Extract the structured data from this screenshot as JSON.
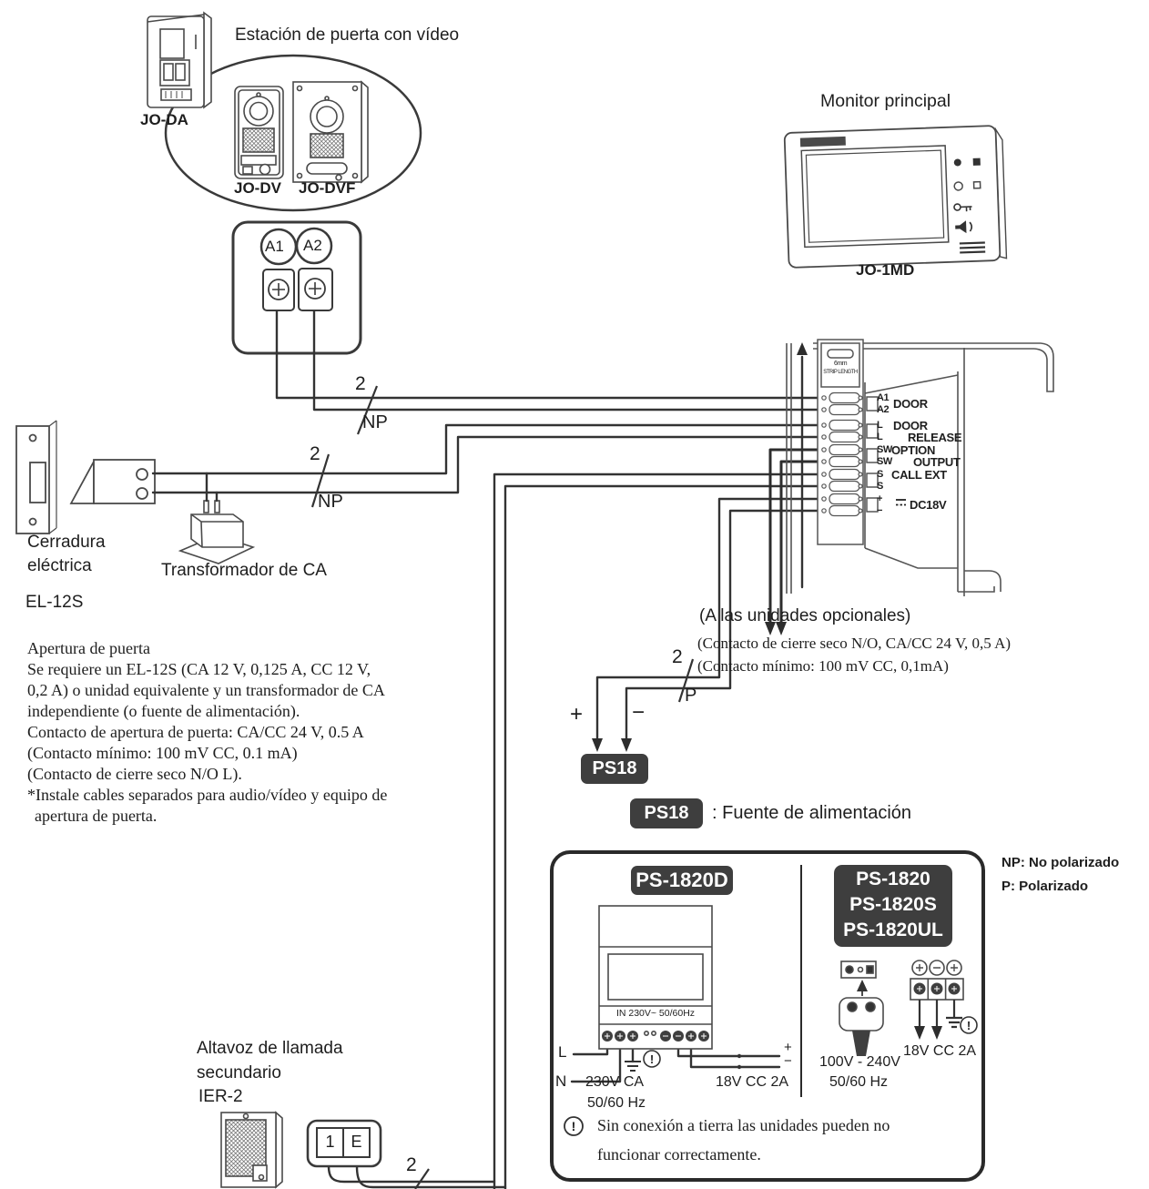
{
  "door_station": {
    "title": "Estación de puerta con vídeo",
    "model_da": "JO-DA",
    "model_dv": "JO-DV",
    "model_dvf": "JO-DVF"
  },
  "monitor": {
    "title": "Monitor principal",
    "model": "JO-1MD"
  },
  "entry_terminals": {
    "a1": "A1",
    "a2": "A2"
  },
  "lock": {
    "name_line1": "Cerradura",
    "name_line2": "eléctrica",
    "model": "EL-12S",
    "transformer": "Transformador de CA"
  },
  "door_release_note": {
    "lines": [
      "Apertura de puerta",
      "Se requiere un EL-12S (CA 12 V, 0,125 A, CC 12 V,",
      "0,2 A) o unidad equivalente y un transformador de CA",
      "independiente (o fuente de alimentación).",
      "Contacto de apertura de puerta: CA/CC 24 V, 0.5 A",
      "(Contacto mínimo: 100 mV CC, 0.1 mA)",
      "(Contacto de cierre seco N/O L).",
      "*Instale cables separados para audio/vídeo y equipo de",
      "apertura de puerta."
    ]
  },
  "wires": {
    "count": "2",
    "np": "NP",
    "p": "P"
  },
  "rear_panel": {
    "strip_mm": "6mm",
    "strip_label": "STRIP LENGTH",
    "terminals": [
      {
        "a": "A1",
        "b": "A2",
        "label": "DOOR",
        "label2": ""
      },
      {
        "a": "L",
        "b": "L",
        "label": "DOOR",
        "label2": "RELEASE"
      },
      {
        "a": "SW",
        "b": "SW",
        "label": "OPTION",
        "label2": "OUTPUT"
      },
      {
        "a": "S",
        "b": "S",
        "label": "CALL EXT",
        "label2": ""
      },
      {
        "a": "+",
        "b": "−",
        "label": "DC18V",
        "label2": ""
      }
    ]
  },
  "optional_units": {
    "title": "(A las unidades opcionales)",
    "spec1": "(Contacto de cierre seco N/O, CA/CC 24 V, 0,5 A)",
    "spec2": "(Contacto mínimo: 100 mV CC, 0,1mA)"
  },
  "ps18": {
    "badge": "PS18",
    "legend": ": Fuente de alimentación",
    "plus": "+",
    "minus": "−"
  },
  "polarity": {
    "np": "NP: No polarizado",
    "p": "P: Polarizado"
  },
  "power_box": {
    "left_model": "PS-1820D",
    "right_models": [
      "PS-1820",
      "PS-1820S",
      "PS-1820UL"
    ],
    "input_label": "IN 230V~ 50/60Hz",
    "line": "L",
    "neutral": "N",
    "left_voltage": "230V CA",
    "left_freq": "50/60 Hz",
    "left_output": "18V CC 2A",
    "left_plus": "+",
    "left_minus": "−",
    "right_voltage": "100V - 240V",
    "right_freq": "50/60 Hz",
    "right_output": "18V CC 2A",
    "warn": "!",
    "note_line1": "Sin conexión a tierra las unidades pueden no",
    "note_line2": "funcionar correctamente."
  },
  "speaker": {
    "name_line1": "Altavoz de llamada",
    "name_line2": "secundario",
    "model": "IER-2",
    "t1": "1",
    "t2": "E"
  }
}
